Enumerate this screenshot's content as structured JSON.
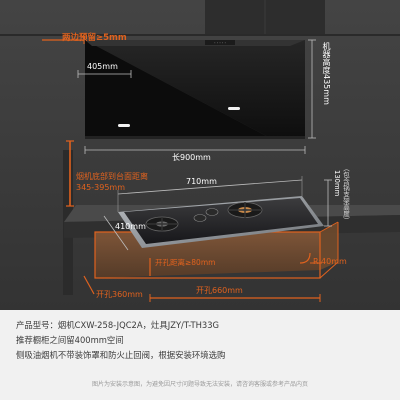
{
  "hood": {
    "side_gap_label": "两边预留≥5mm",
    "front_depth": "405mm",
    "width": "长900mm",
    "height_vertical": "机器高度435mm"
  },
  "mount": {
    "height_label": "烟机底部到台面距离",
    "height_range": "345-395mm"
  },
  "stove": {
    "width": "710mm",
    "depth": "410mm",
    "height_vertical": "130mm",
    "height_note": "（包含锅支架高度）",
    "cutout_clearance": "开孔距离≥80mm",
    "radius": "R:40mm",
    "cutout_depth": "开孔360mm",
    "cutout_width": "开孔660mm"
  },
  "specs": {
    "model": "产品型号：烟机CXW-258-JQC2A，灶具JZY/T-TH33G",
    "cabinet": "推荐橱柜之间留400mm空间",
    "install": "侧吸油烟机不带装饰罩和防火止回阀，根据安装环境选购",
    "disclaimer": "图片为安装示意图，为避免因尺寸问题导致无法安装，请咨询客服或参考产品内页"
  },
  "colors": {
    "accent": "#e0621e",
    "hood_black": "#151515",
    "steel": "#8e9297",
    "cabinet_orange": "#c8743a",
    "wall_gray": "#3a3a3a"
  }
}
